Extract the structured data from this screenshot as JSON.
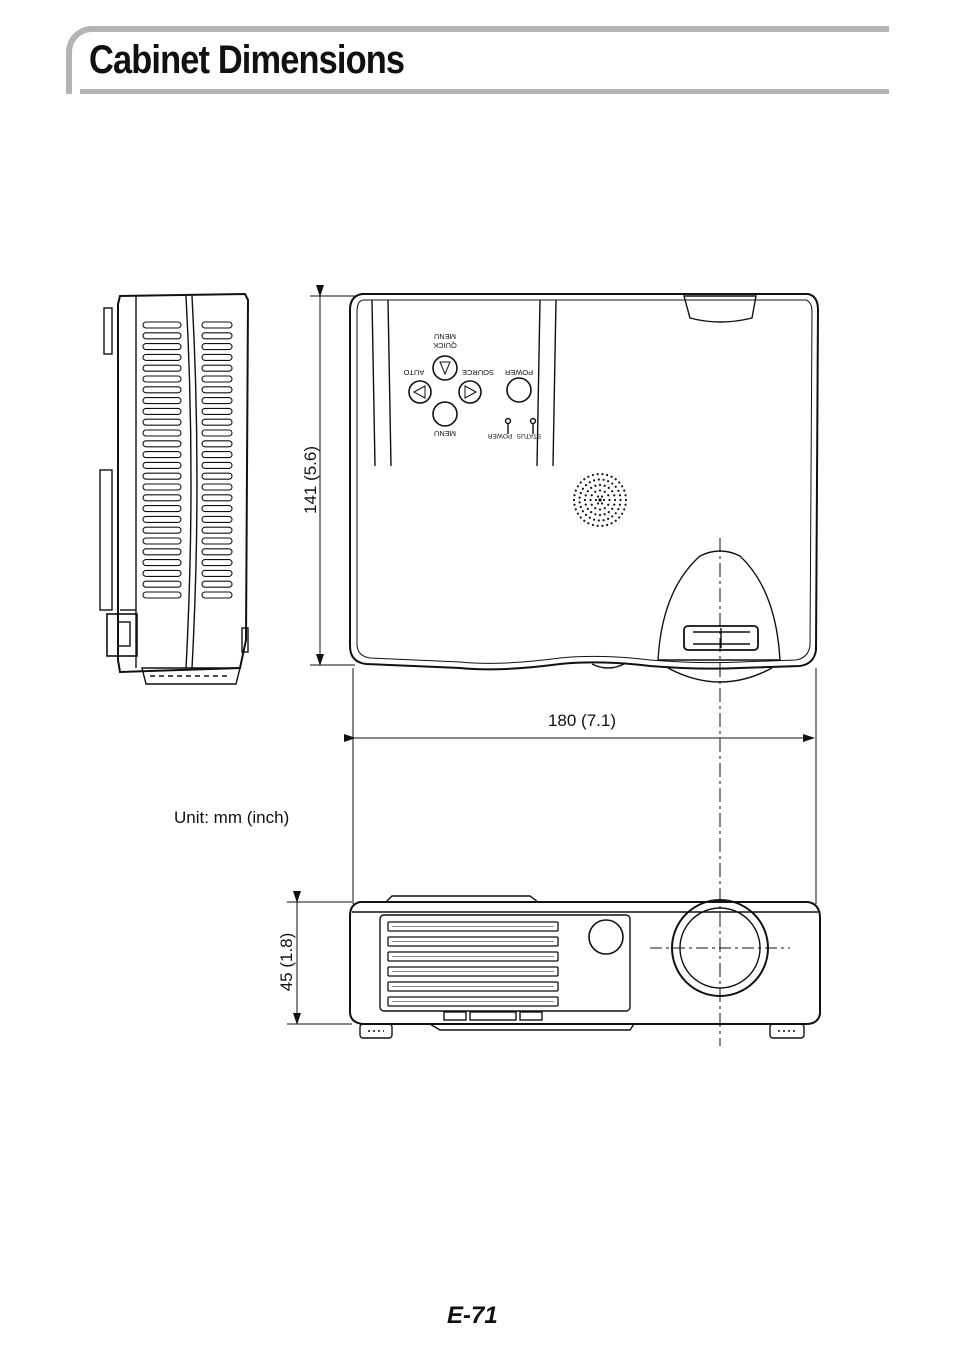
{
  "header": {
    "title": "Cabinet Dimensions"
  },
  "dimensions": {
    "depth": "141 (5.6)",
    "width": "180 (7.1)",
    "height": "45 (1.8)",
    "unit": "Unit: mm (inch)"
  },
  "control_panel": {
    "quick_menu": "QUICK\nMENU",
    "quick_line1": "QUICK",
    "quick_line2": "MENU",
    "auto": "AUTO",
    "source": "SOURCE",
    "power": "POWER",
    "menu": "MENU",
    "power_led": "POWER",
    "status_led": "STATUS"
  },
  "footer": {
    "page_number": "E-71"
  }
}
